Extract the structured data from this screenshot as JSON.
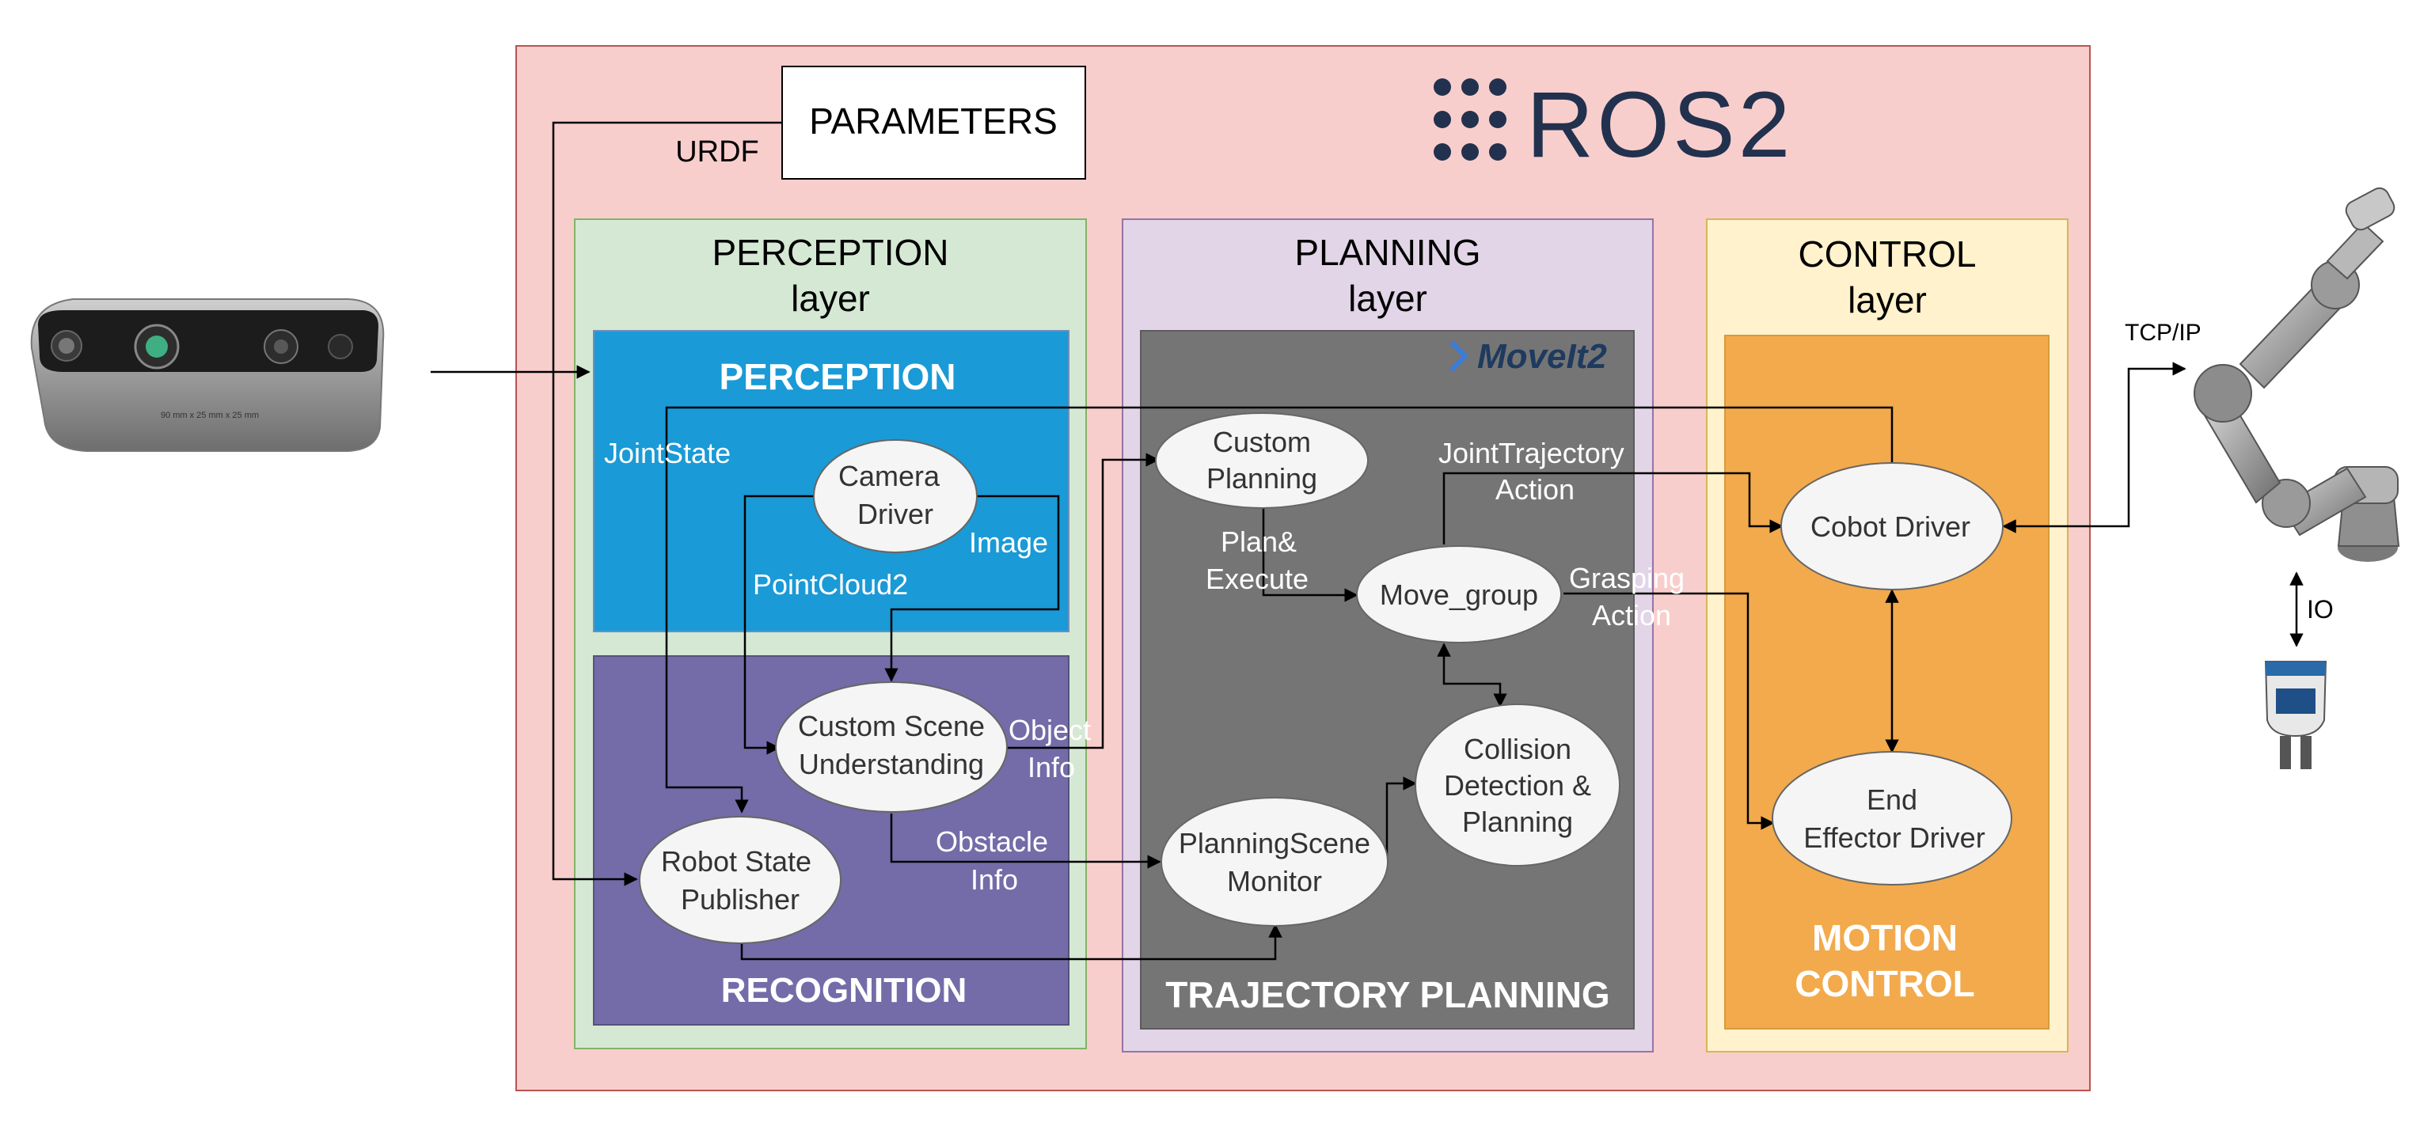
{
  "ros": {
    "logo_text": "ROS2",
    "parameters_label": "PARAMETERS",
    "urdf_label": "URDF"
  },
  "camera": {
    "spec_text": "90 mm x 25 mm x 25 mm"
  },
  "layers": {
    "perception": {
      "title": [
        "PERCEPTION",
        "layer"
      ],
      "color": "#d5e8d4",
      "border": "#82b366"
    },
    "planning": {
      "title": [
        "PLANNING",
        "layer"
      ],
      "color": "#e1d5e7",
      "border": "#9673a6"
    },
    "control": {
      "title": [
        "CONTROL",
        "layer"
      ],
      "color": "#fff2cc",
      "border": "#d6b656"
    }
  },
  "blocks": {
    "perception": {
      "label": "PERCEPTION",
      "color": "#1a9ad6"
    },
    "recognition": {
      "label": "RECOGNITION",
      "color": "#736ca8"
    },
    "trajectory": {
      "label": "TRAJECTORY PLANNING",
      "color": "#757575"
    },
    "motion": {
      "label": [
        "MOTION",
        "CONTROL"
      ],
      "color": "#f2aa4c"
    },
    "moveit": {
      "label": "MoveIt2",
      "color": "#1e3a5f",
      "accent": "#3b7dd8"
    }
  },
  "nodes": {
    "camera_driver": [
      "Camera",
      "Driver"
    ],
    "scene_understanding": [
      "Custom Scene",
      "Understanding"
    ],
    "robot_state": [
      "Robot State",
      "Publisher"
    ],
    "custom_planning": [
      "Custom",
      "Planning"
    ],
    "move_group": [
      "Move_group"
    ],
    "collision": [
      "Collision",
      "Detection &",
      "Planning"
    ],
    "planning_scene": [
      "PlanningScene",
      "Monitor"
    ],
    "cobot_driver": [
      "Cobot Driver"
    ],
    "end_effector": [
      "End",
      "Effector Driver"
    ]
  },
  "edge_labels": {
    "joint_state": "JointState",
    "image": "Image",
    "point_cloud": "PointCloud2",
    "object_info": [
      "Object",
      "Info"
    ],
    "obstacle_info": [
      "Obstacle",
      "Info"
    ],
    "plan_execute": [
      "Plan&",
      "Execute"
    ],
    "joint_trajectory": [
      "JointTrajectory",
      "Action"
    ],
    "grasping": [
      "Grasping",
      "Action"
    ],
    "tcp_ip": "TCP/IP",
    "io": "IO"
  },
  "colors": {
    "ros_frame_bg": "#f8cecc",
    "ros_frame_border": "#b85450",
    "node_fill": "#f5f5f5",
    "ros_logo": "#22314e",
    "edge": "#000000"
  }
}
